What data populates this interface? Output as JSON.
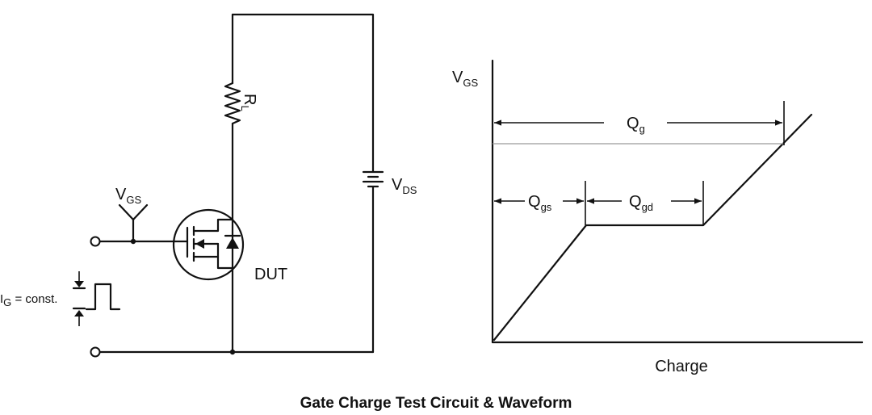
{
  "circuit": {
    "load_resistor": {
      "main": "R",
      "sub": "L"
    },
    "supply": {
      "main": "V",
      "sub": "DS"
    },
    "gate_probe": {
      "main": "V",
      "sub": "GS"
    },
    "device_label": "DUT",
    "gate_current": {
      "main": "I",
      "sub": "G",
      "rest": " = const."
    }
  },
  "waveform": {
    "y_axis": {
      "main": "V",
      "sub": "GS"
    },
    "x_axis_label": "Charge",
    "qg": {
      "main": "Q",
      "sub": "g"
    },
    "qgs": {
      "main": "Q",
      "sub": "gs"
    },
    "qgd": {
      "main": "Q",
      "sub": "gd"
    }
  },
  "caption": "Gate Charge Test Circuit & Waveform"
}
